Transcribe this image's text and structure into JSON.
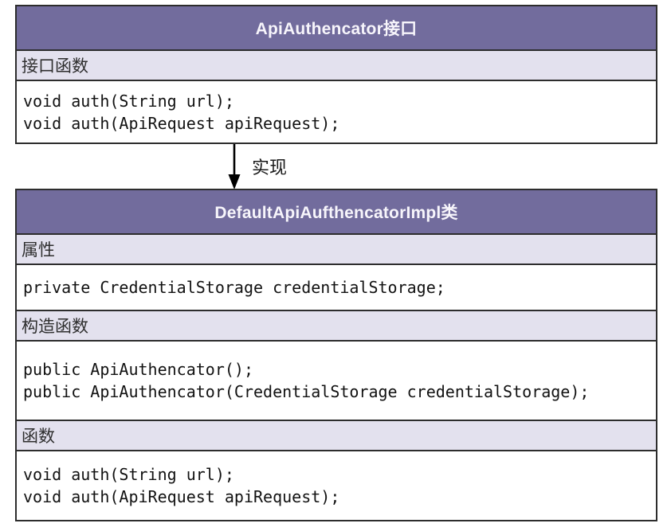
{
  "colors": {
    "page_bg": "#ffffff",
    "header_bg": "#726c9d",
    "section_bg": "#e3e1ee",
    "row_bg": "#ffffff",
    "border": "#2d2d2d",
    "header_text": "#f7f5fb",
    "label_text": "#2f2f2f",
    "code_text": "#121212",
    "arrow": "#000000"
  },
  "interface_box": {
    "title": "ApiAuthencator接口",
    "sections": [
      {
        "label": "接口函数",
        "code": [
          "void auth(String url);",
          "void auth(ApiRequest apiRequest);"
        ]
      }
    ]
  },
  "relation": {
    "label": "实现"
  },
  "impl_box": {
    "title": "DefaultApiAufthencatorImpl类",
    "sections": [
      {
        "label": "属性",
        "code": [
          "private CredentialStorage credentialStorage;"
        ]
      },
      {
        "label": "构造函数",
        "code": [
          "public ApiAuthencator();",
          "public ApiAuthencator(CredentialStorage credentialStorage);"
        ]
      },
      {
        "label": "函数",
        "code": [
          "void auth(String url);",
          "void auth(ApiRequest apiRequest);"
        ]
      }
    ]
  }
}
